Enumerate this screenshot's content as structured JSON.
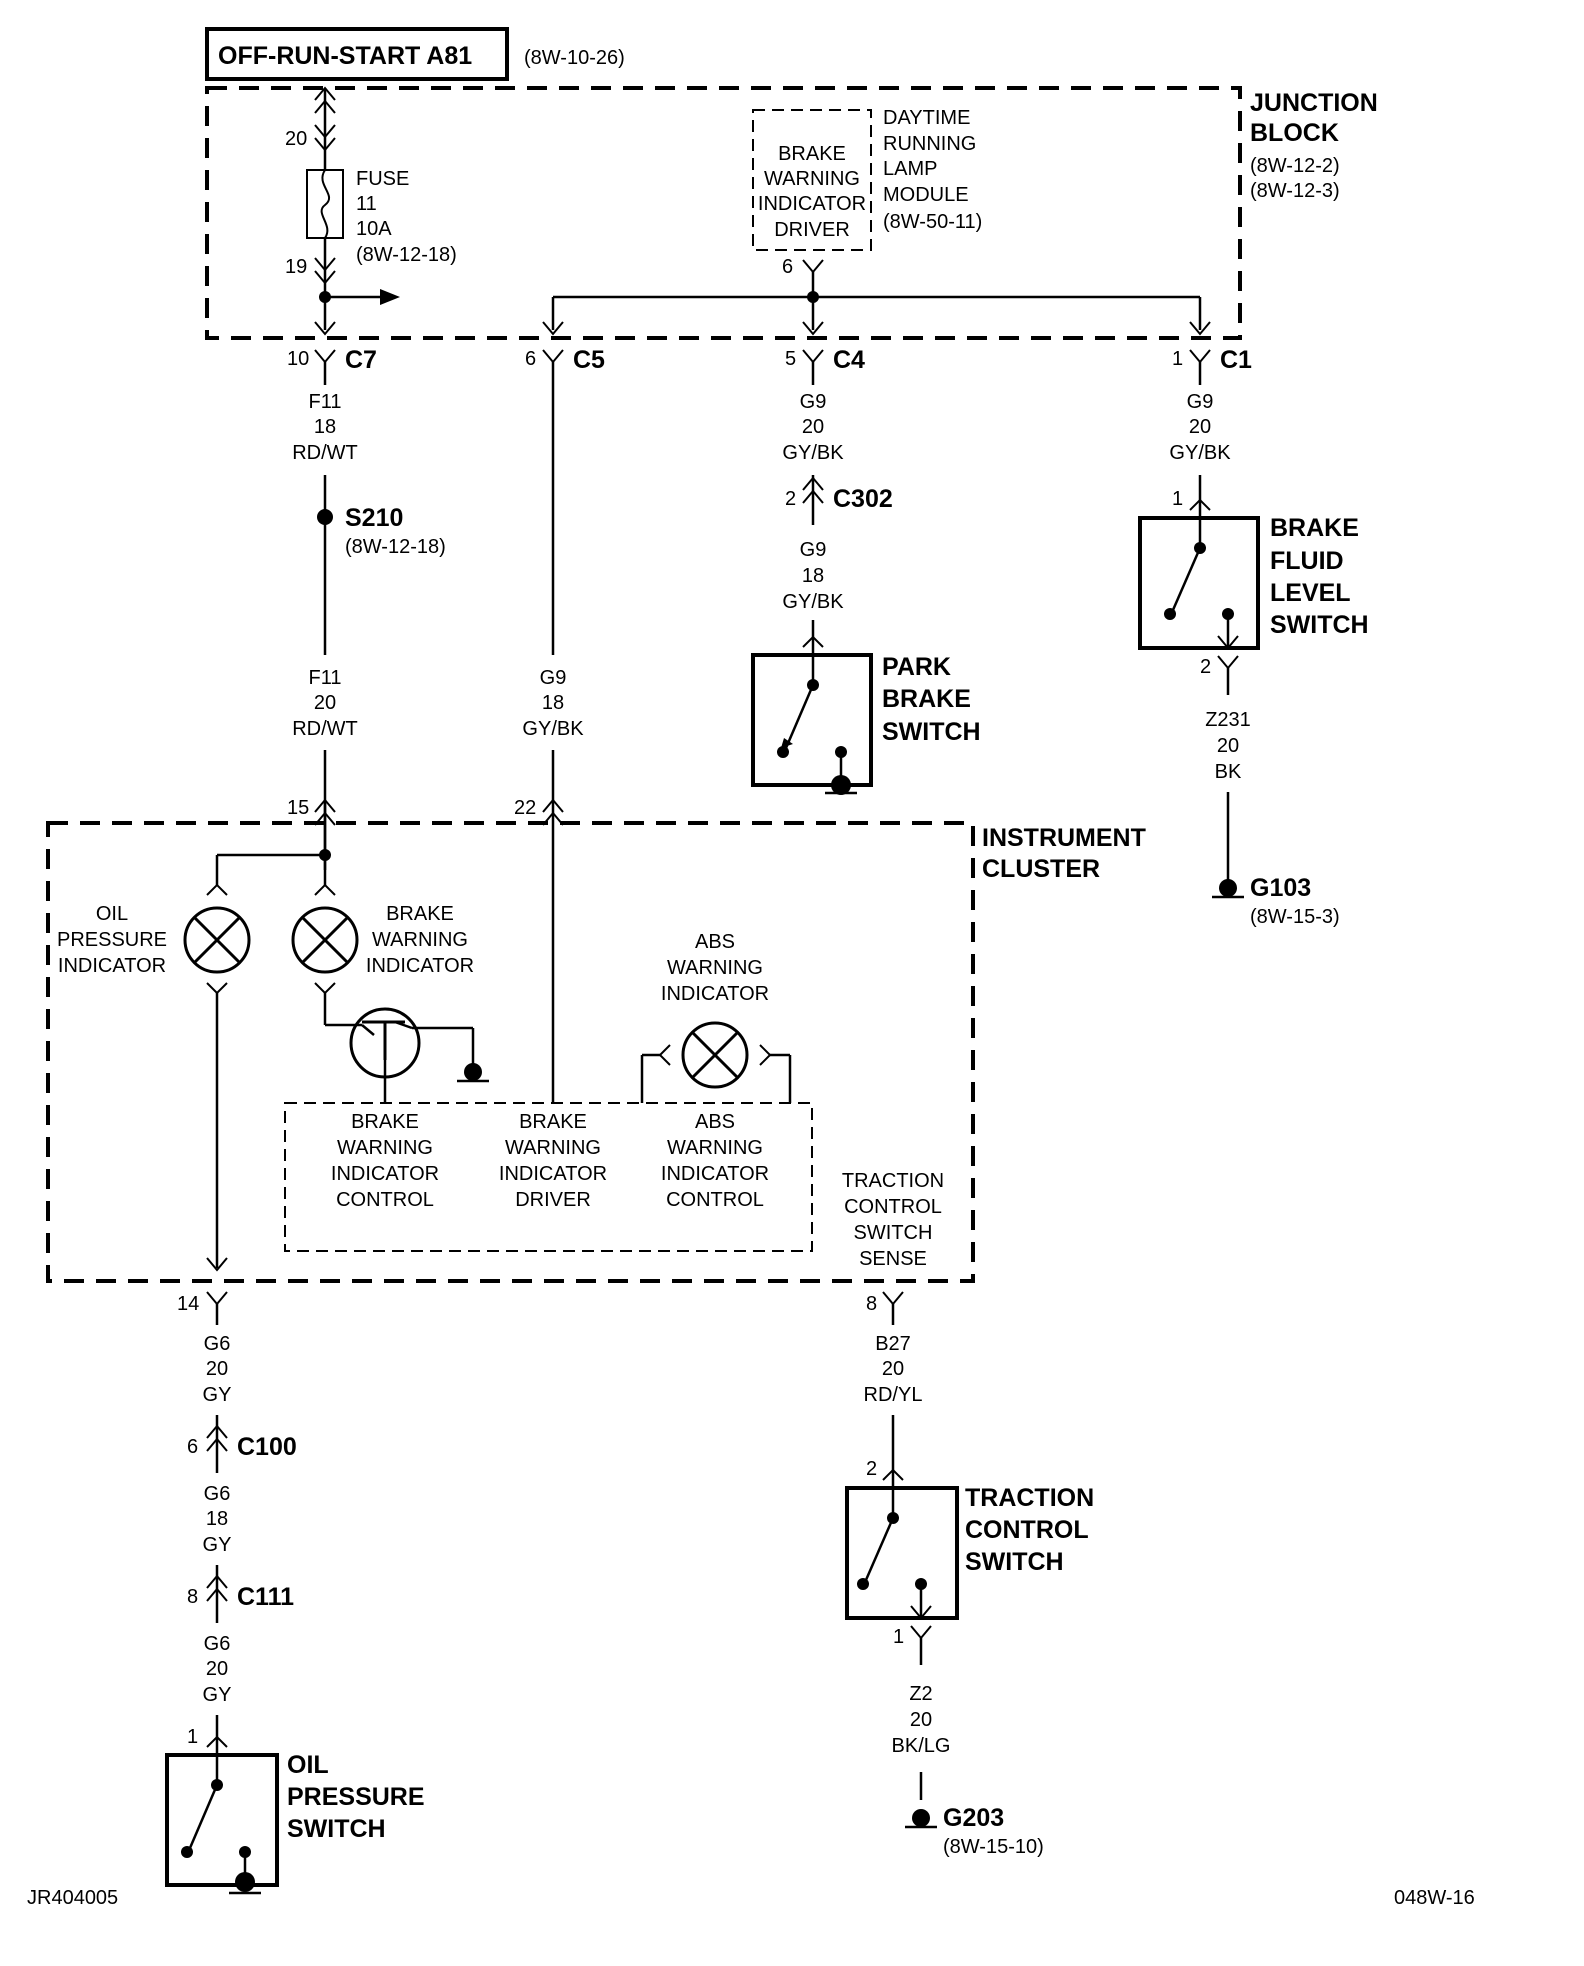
{
  "title_box": {
    "label": "OFF-RUN-START A81",
    "ref": "(8W-10-26)"
  },
  "junction_block": {
    "name_l1": "JUNCTION",
    "name_l2": "BLOCK",
    "ref1": "(8W-12-2)",
    "ref2": "(8W-12-3)"
  },
  "fuse": {
    "pin_top": "20",
    "pin_bottom": "19",
    "l1": "FUSE",
    "l2": "11",
    "l3": "10A",
    "ref": "(8W-12-18)"
  },
  "drl_module": {
    "inner_l1": "BRAKE",
    "inner_l2": "WARNING",
    "inner_l3": "INDICATOR",
    "inner_l4": "DRIVER",
    "name_l1": "DAYTIME",
    "name_l2": "RUNNING",
    "name_l3": "LAMP",
    "name_l4": "MODULE",
    "ref": "(8W-50-11)",
    "pin": "6"
  },
  "connectors": {
    "c7": {
      "pin": "10",
      "name": "C7"
    },
    "c5": {
      "pin": "6",
      "name": "C5"
    },
    "c4": {
      "pin": "5",
      "name": "C4"
    },
    "c1": {
      "pin": "1",
      "name": "C1"
    },
    "c302": {
      "pin": "2",
      "name": "C302"
    },
    "c100": {
      "pin": "6",
      "name": "C100"
    },
    "c111": {
      "pin": "8",
      "name": "C111"
    }
  },
  "wires": {
    "f11_upper": {
      "circuit": "F11",
      "gauge": "18",
      "color": "RD/WT"
    },
    "f11_lower": {
      "circuit": "F11",
      "gauge": "20",
      "color": "RD/WT"
    },
    "g9_c5": {
      "circuit": "G9",
      "gauge": "18",
      "color": "GY/BK"
    },
    "g9_c4": {
      "circuit": "G9",
      "gauge": "20",
      "color": "GY/BK"
    },
    "g9_park": {
      "circuit": "G9",
      "gauge": "18",
      "color": "GY/BK"
    },
    "g9_c1": {
      "circuit": "G9",
      "gauge": "20",
      "color": "GY/BK"
    },
    "z231": {
      "circuit": "Z231",
      "gauge": "20",
      "color": "BK"
    },
    "g6_a": {
      "circuit": "G6",
      "gauge": "20",
      "color": "GY"
    },
    "g6_b": {
      "circuit": "G6",
      "gauge": "18",
      "color": "GY"
    },
    "g6_c": {
      "circuit": "G6",
      "gauge": "20",
      "color": "GY"
    },
    "b27": {
      "circuit": "B27",
      "gauge": "20",
      "color": "RD/YL"
    },
    "z2": {
      "circuit": "Z2",
      "gauge": "20",
      "color": "BK/LG"
    }
  },
  "splice": {
    "name": "S210",
    "ref": "(8W-12-18)"
  },
  "park_brake": {
    "l1": "PARK",
    "l2": "BRAKE",
    "l3": "SWITCH"
  },
  "brake_fluid": {
    "l1": "BRAKE",
    "l2": "FLUID",
    "l3": "LEVEL",
    "l4": "SWITCH",
    "pin_top": "1",
    "pin_bottom": "2"
  },
  "g103": {
    "name": "G103",
    "ref": "(8W-15-3)"
  },
  "instrument_cluster": {
    "name_l1": "INSTRUMENT",
    "name_l2": "CLUSTER",
    "pin_15": "15",
    "pin_22": "22",
    "pin_14": "14",
    "pin_8": "8",
    "oil_ind": {
      "l1": "OIL",
      "l2": "PRESSURE",
      "l3": "INDICATOR"
    },
    "brake_ind": {
      "l1": "BRAKE",
      "l2": "WARNING",
      "l3": "INDICATOR"
    },
    "abs_ind": {
      "l1": "ABS",
      "l2": "WARNING",
      "l3": "INDICATOR"
    },
    "bwi_control": {
      "l1": "BRAKE",
      "l2": "WARNING",
      "l3": "INDICATOR",
      "l4": "CONTROL"
    },
    "bwi_driver": {
      "l1": "BRAKE",
      "l2": "WARNING",
      "l3": "INDICATOR",
      "l4": "DRIVER"
    },
    "abs_control": {
      "l1": "ABS",
      "l2": "WARNING",
      "l3": "INDICATOR",
      "l4": "CONTROL"
    },
    "tcs_sense": {
      "l1": "TRACTION",
      "l2": "CONTROL",
      "l3": "SWITCH",
      "l4": "SENSE"
    }
  },
  "traction_switch": {
    "l1": "TRACTION",
    "l2": "CONTROL",
    "l3": "SWITCH",
    "pin_top": "2",
    "pin_bottom": "1"
  },
  "g203": {
    "name": "G203",
    "ref": "(8W-15-10)"
  },
  "oil_switch": {
    "l1": "OIL",
    "l2": "PRESSURE",
    "l3": "SWITCH",
    "pin": "1"
  },
  "footer": {
    "left": "JR404005",
    "right": "048W-16"
  }
}
